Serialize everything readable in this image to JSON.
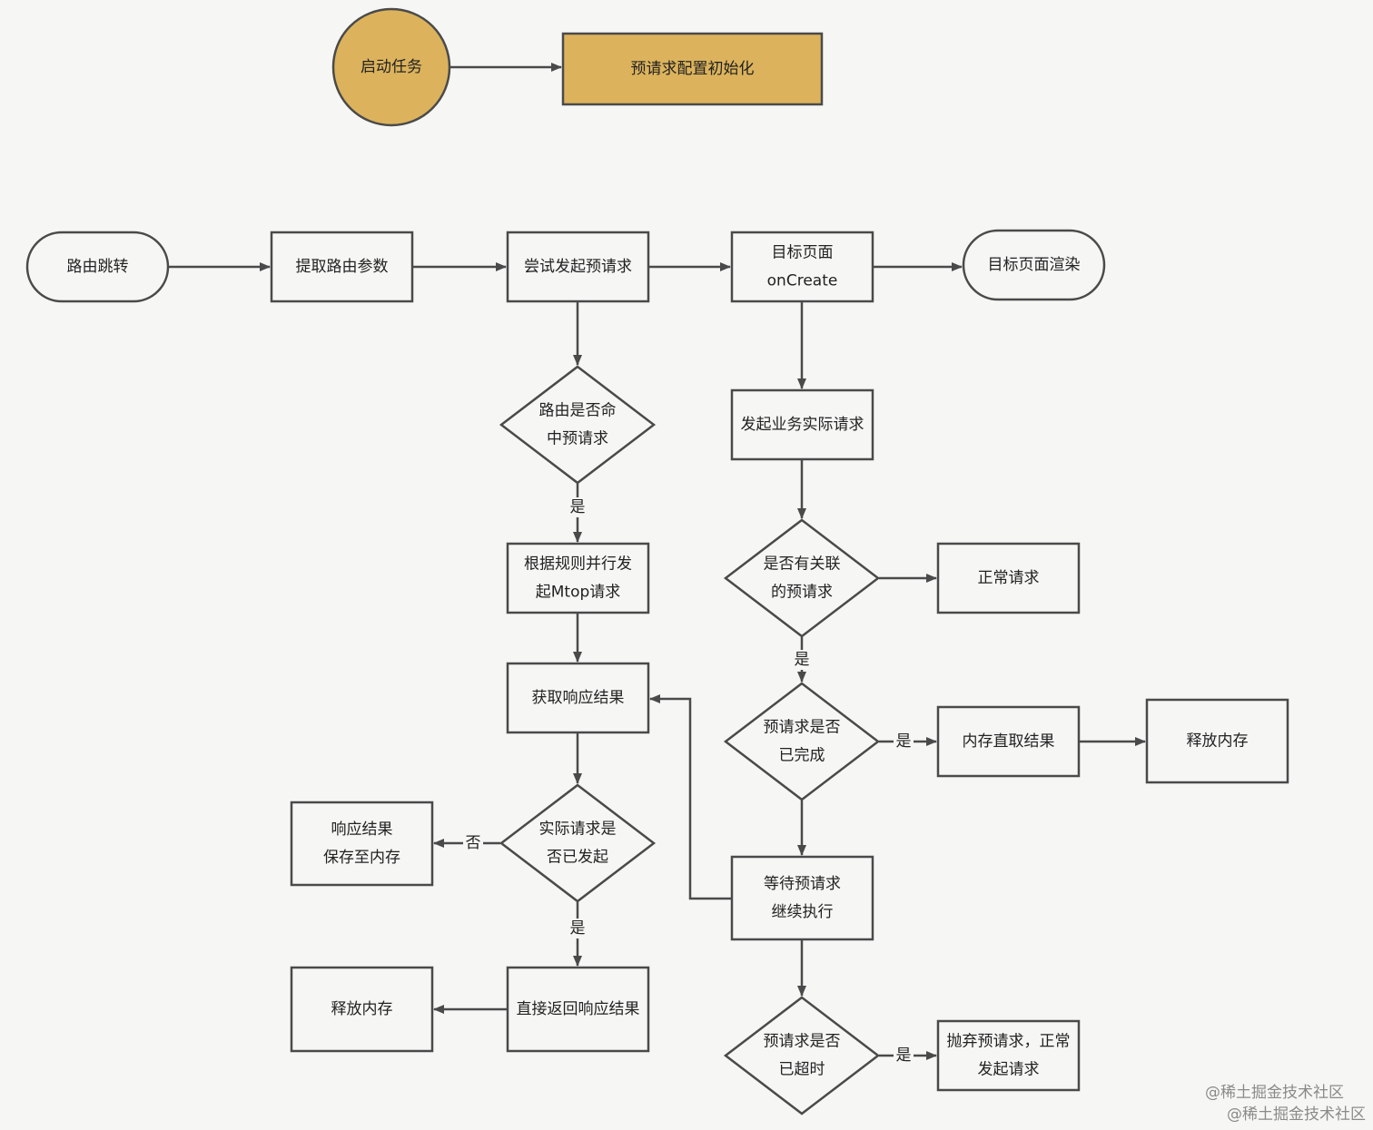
{
  "colors": {
    "highlight": "#dcb35c",
    "box_fill": "#f6f6f4",
    "stroke": "#4a4a4a"
  },
  "nodes": [
    {
      "id": "start-task",
      "lines": [
        "启动任务"
      ]
    },
    {
      "id": "prerequest-config-init",
      "lines": [
        "预请求配置初始化"
      ]
    },
    {
      "id": "route-jump",
      "lines": [
        "路由跳转"
      ]
    },
    {
      "id": "extract-route-params",
      "lines": [
        "提取路由参数"
      ]
    },
    {
      "id": "try-prerequest",
      "lines": [
        "尝试发起预请求"
      ]
    },
    {
      "id": "target-oncreate",
      "lines": [
        "目标页面",
        "onCreate"
      ]
    },
    {
      "id": "target-render",
      "lines": [
        "目标页面渲染"
      ]
    },
    {
      "id": "route-hit-check",
      "lines": [
        "路由是否命",
        "中预请求"
      ]
    },
    {
      "id": "send-actual-request",
      "lines": [
        "发起业务实际请求"
      ]
    },
    {
      "id": "parallel-mtop",
      "lines": [
        "根据规则并行发",
        "起Mtop请求"
      ]
    },
    {
      "id": "has-related-check",
      "lines": [
        "是否有关联",
        "的预请求"
      ]
    },
    {
      "id": "normal-request",
      "lines": [
        "正常请求"
      ]
    },
    {
      "id": "get-response",
      "lines": [
        "获取响应结果"
      ]
    },
    {
      "id": "prerequest-done-check",
      "lines": [
        "预请求是否",
        "已完成"
      ]
    },
    {
      "id": "memory-fetch",
      "lines": [
        "内存直取结果"
      ]
    },
    {
      "id": "release-memory-right",
      "lines": [
        "释放内存"
      ]
    },
    {
      "id": "save-to-memory",
      "lines": [
        "响应结果",
        "保存至内存"
      ]
    },
    {
      "id": "actual-sent-check",
      "lines": [
        "实际请求是",
        "否已发起"
      ]
    },
    {
      "id": "wait-prerequest",
      "lines": [
        "等待预请求",
        "继续执行"
      ]
    },
    {
      "id": "release-memory-left",
      "lines": [
        "释放内存"
      ]
    },
    {
      "id": "return-response",
      "lines": [
        "直接返回响应结果"
      ]
    },
    {
      "id": "timeout-check",
      "lines": [
        "预请求是否",
        "已超时"
      ]
    },
    {
      "id": "discard-prerequest",
      "lines": [
        "抛弃预请求，正常",
        "发起请求"
      ]
    }
  ],
  "edges": [
    {
      "from": "start-task",
      "to": "prerequest-config-init"
    },
    {
      "from": "route-jump",
      "to": "extract-route-params"
    },
    {
      "from": "extract-route-params",
      "to": "try-prerequest"
    },
    {
      "from": "try-prerequest",
      "to": "target-oncreate"
    },
    {
      "from": "target-oncreate",
      "to": "target-render"
    },
    {
      "from": "try-prerequest",
      "to": "route-hit-check"
    },
    {
      "from": "route-hit-check",
      "to": "parallel-mtop",
      "label": "是"
    },
    {
      "from": "parallel-mtop",
      "to": "get-response"
    },
    {
      "from": "get-response",
      "to": "actual-sent-check"
    },
    {
      "from": "actual-sent-check",
      "to": "save-to-memory",
      "label": "否"
    },
    {
      "from": "actual-sent-check",
      "to": "return-response",
      "label": "是"
    },
    {
      "from": "return-response",
      "to": "release-memory-left"
    },
    {
      "from": "target-oncreate",
      "to": "send-actual-request"
    },
    {
      "from": "send-actual-request",
      "to": "has-related-check"
    },
    {
      "from": "has-related-check",
      "to": "normal-request"
    },
    {
      "from": "has-related-check",
      "to": "prerequest-done-check",
      "label": "是"
    },
    {
      "from": "prerequest-done-check",
      "to": "memory-fetch",
      "label": "是"
    },
    {
      "from": "memory-fetch",
      "to": "release-memory-right"
    },
    {
      "from": "prerequest-done-check",
      "to": "wait-prerequest"
    },
    {
      "from": "wait-prerequest",
      "to": "get-response"
    },
    {
      "from": "wait-prerequest",
      "to": "timeout-check"
    },
    {
      "from": "timeout-check",
      "to": "discard-prerequest",
      "label": "是"
    }
  ],
  "watermarks": [
    "@稀土掘金技术社区",
    "@稀土掘金技术社区"
  ]
}
